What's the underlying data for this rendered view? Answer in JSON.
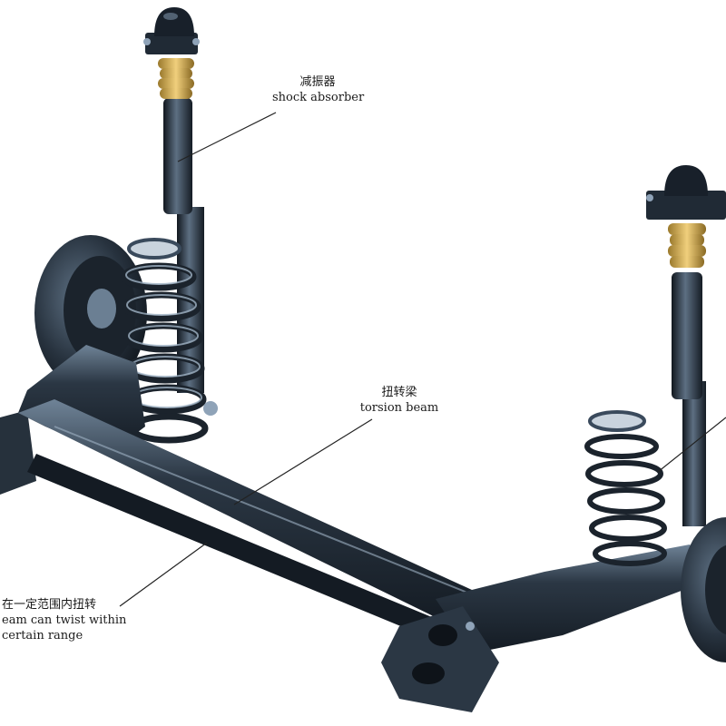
{
  "labels": {
    "shock_absorber": {
      "zh": "减振器",
      "en": "shock absorber"
    },
    "torsion_beam": {
      "zh": "扭转梁",
      "en": "torsion beam"
    },
    "twist_note": {
      "zh": "在一定范围内扭转",
      "en1": "eam can twist within",
      "en2": "certain range"
    }
  },
  "colors": {
    "metal_dark": "#1f2833",
    "metal_mid": "#3a4a5c",
    "metal_light": "#8fa3b8",
    "bump_stop": "#d9b25a",
    "leader": "#222222"
  }
}
